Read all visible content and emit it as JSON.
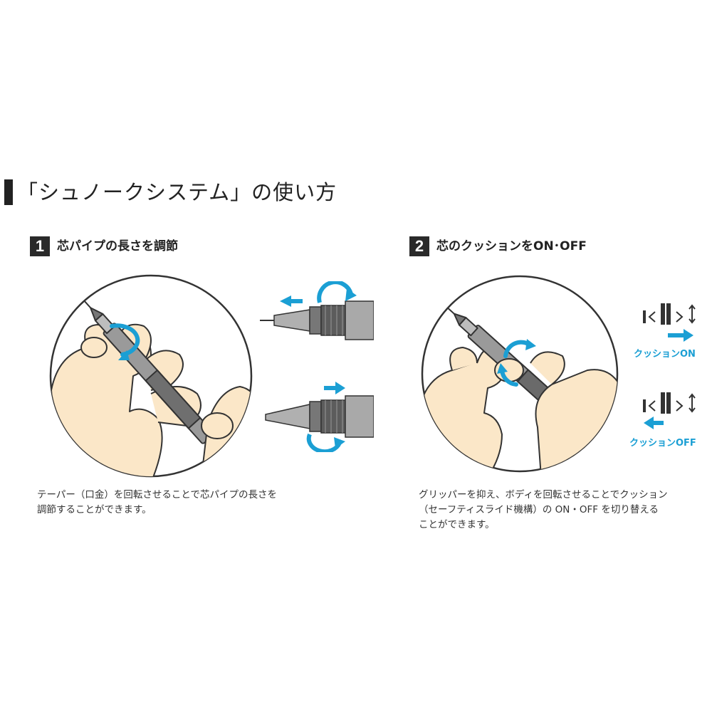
{
  "page_title": "「シュノークシステム」の使い方",
  "steps": [
    {
      "number": "1",
      "title": "芯パイプの長さを調節",
      "description_lines": [
        "テーパー（口金）を回転させることで芯パイプの長さを",
        "調節することができます。"
      ]
    },
    {
      "number": "2",
      "title": "芯のクッションをON･OFF",
      "description_lines": [
        "グリッパーを抑え、ボディを回転させることでクッション",
        "（セーフティスライド機構）の ON・OFF を切り替える",
        "ことができます。"
      ],
      "cushion_on_label": "クッションON",
      "cushion_off_label": "クッションOFF"
    }
  ],
  "colors": {
    "accent_blue": "#1b9fd4",
    "skin": "#fbe7c8",
    "outline": "#333333",
    "pencil_gray": "#8a8a8a"
  },
  "icons": [
    "hand-holding-pencil-illustration",
    "rotate-arrow-icon",
    "arrow-left-icon",
    "arrow-right-icon",
    "cushion-indicator-icon"
  ]
}
